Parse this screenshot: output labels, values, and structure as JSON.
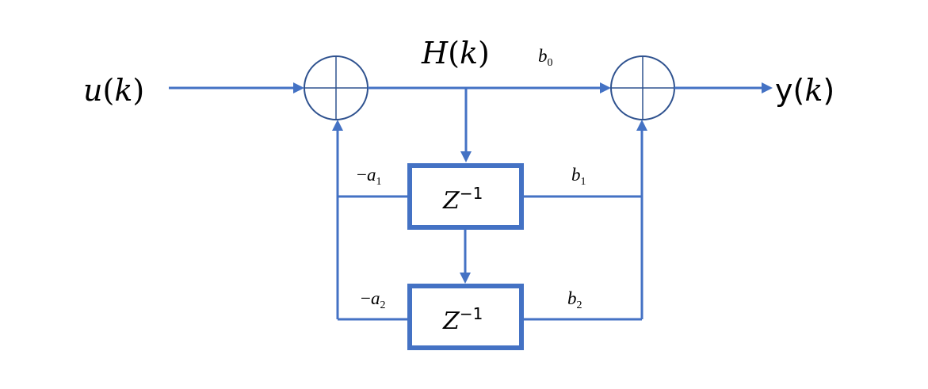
{
  "diagram": {
    "input": {
      "name": "u",
      "arg": "k"
    },
    "output": {
      "name": "y",
      "arg": "k"
    },
    "state": {
      "name": "H",
      "arg": "k"
    },
    "delay": {
      "base": "Z",
      "exponent": "−1"
    },
    "coefficients": {
      "b0": {
        "var": "b",
        "sub": "0"
      },
      "b1": {
        "var": "b",
        "sub": "1"
      },
      "b2": {
        "var": "b",
        "sub": "2"
      },
      "a1": {
        "sign": "−",
        "var": "a",
        "sub": "1"
      },
      "a2": {
        "sign": "−",
        "var": "a",
        "sub": "2"
      }
    },
    "colors": {
      "line": "#4472C4",
      "summer_outline": "#2F528F"
    }
  }
}
